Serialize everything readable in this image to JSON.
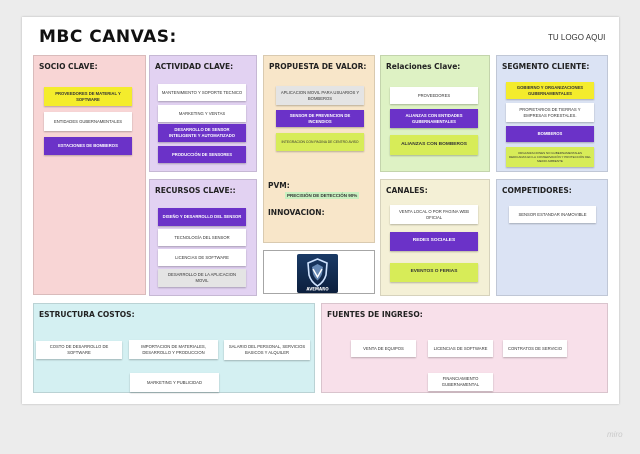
{
  "board": {
    "title": "MBC  CANVAS:",
    "logo_placeholder": "TU LOGO AQUI",
    "watermark": "miro"
  },
  "socio_clave": {
    "title": "SOCIO CLAVE:",
    "notes": [
      "PROVEEDORES DE MATERIAL Y SOFTWARE",
      "ENTIDADES GUBERNAMENTALES",
      "ESTACIONES DE BOMBEROS"
    ]
  },
  "actividad_clave": {
    "title": "ACTIVIDAD CLAVE:",
    "notes": [
      "MANTENIMIENTO Y SOPORTE TECNICO",
      "MARKETING Y VENTAS",
      "DESARROLLO DE SENSOR INTELIGENTE Y AUTOMATIZADO",
      "PRODUCCIÓN DE SENSORES"
    ]
  },
  "recursos_clave": {
    "title": "RECURSOS CLAVE::",
    "notes": [
      "DISEÑO Y DESARROLLO DEL SENSOR",
      "TECNOLOGÍA DEL SENSOR",
      "LICENCIAS DE SOFTWARE",
      "DESARROLLO DE LA APLICACION MOVIL"
    ]
  },
  "propuesta_valor": {
    "title": "PROPUESTA DE VALOR:",
    "notes": [
      "APLICACION MOVIL PARA USUARIOS Y BOMBEROS",
      "SENSOR DE PREVENCION DE INCENDIOS",
      "INTEGRACION CON PAGINA DE CENTRO AVISO"
    ],
    "pvm_title": "PVM:",
    "pvm_text": "PRECISIÓN  DE DETECCIÓN 90%",
    "innovacion_title": "INNOVACION:",
    "logo_caption": "AVEMARO",
    "logo_icon": "shield-logo"
  },
  "relaciones_clave": {
    "title": "Relaciones Clave:",
    "notes": [
      "PROVEEDORES",
      "ALIANZAS CON ENTIDADES GUBERNAMENTALES",
      "ALIANZAS CON BOMBEROS"
    ]
  },
  "canales": {
    "title": "CANALES:",
    "notes": [
      "VENTA LOCAL O POR PAGINA WEB OFICIAL",
      "REDES SOCIALES",
      "EVENTOS O FERIAS"
    ]
  },
  "segmento_cliente": {
    "title": "SEGMENTO CLIENTE:",
    "notes": [
      "GOBIERNO Y ORGANIZACIONES GUBERNAMENTALES",
      "PROPIETARIOS DE TIERRAS Y EMPRESAS FORESTALES.",
      "BOMBEROS",
      "ORGANIZACIONES NO GUBERNAMENTALES DEDICADAS EN LA CONSERVACIÓN Y PROTECCIÓN DEL MEDIO AMBIENTE"
    ]
  },
  "competidores": {
    "title": "COMPETIDORES:",
    "notes": [
      "SENSOR ESTANDAR INAMOVIBLE"
    ]
  },
  "estructura_costos": {
    "title": "ESTRUCTURA COSTOS:",
    "notes": [
      "COSTO DE DESARROLLO DE SOFTWARE",
      "IMPORTACION DE MATERIALES, DESARROLLO Y PRODUCCION",
      "SALARIO DEL PERSONAL, SERVICIOS BASICOS Y ALQUILER",
      "MARKETING Y PUBLICIDAD"
    ]
  },
  "fuentes_ingreso": {
    "title": "FUENTES DE INGRESO:",
    "notes": [
      "VENTA DE EQUIPOS",
      "LICENCIAS DE SOFTWARE",
      "CONTRATOS DE SERVICIO",
      "FINANCIAMIENTO GUBERNAMENTAL"
    ]
  },
  "colors": {
    "socio": "#f8d5d5",
    "actividad": "#e2d2f2",
    "propuesta": "#f8e6c9",
    "relaciones": "#def2c4",
    "segmento": "#dbe3f4",
    "costos": "#d4f0f2",
    "ingreso": "#f8e0ea",
    "note_purple": "#6b32c8",
    "note_yellow": "#f4ec2c",
    "note_lime": "#d7ec58"
  }
}
